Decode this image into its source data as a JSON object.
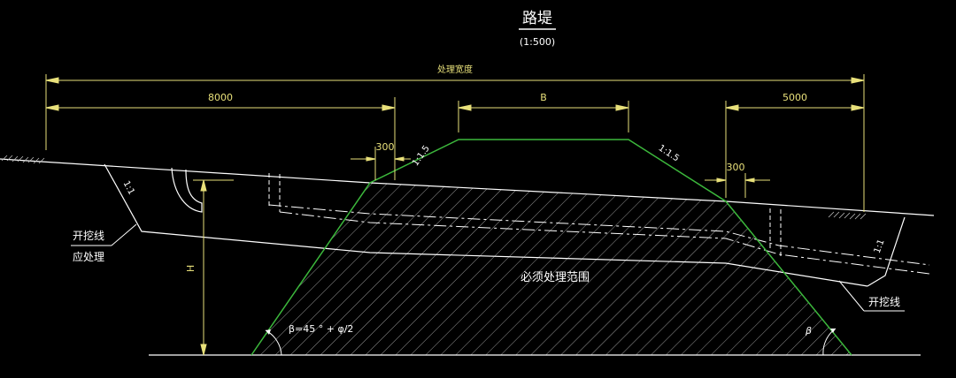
{
  "title": "路堤",
  "scale": "(1:500)",
  "dims": {
    "treatment_width": "处理宽度",
    "left_offset": "8000",
    "crown_width": "B",
    "right_offset": "5000",
    "left_step": "300",
    "right_step": "300",
    "height": "H"
  },
  "slopes": {
    "left_fill": "1:1.5",
    "right_fill": "1:1.5",
    "left_cut": "1:1",
    "right_cut": "1:1"
  },
  "labels": {
    "excavation_line_left_1": "开挖线",
    "excavation_line_left_2": "应处理",
    "excavation_line_right": "开挖线",
    "mandatory_zone": "必须处理范围",
    "angle_formula": "β=45 ° + φ/2",
    "angle_right": "β"
  },
  "colors": {
    "background": "#000000",
    "line": "#ffffff",
    "dimension": "#e8e07a",
    "embankment": "#3cb83c"
  }
}
